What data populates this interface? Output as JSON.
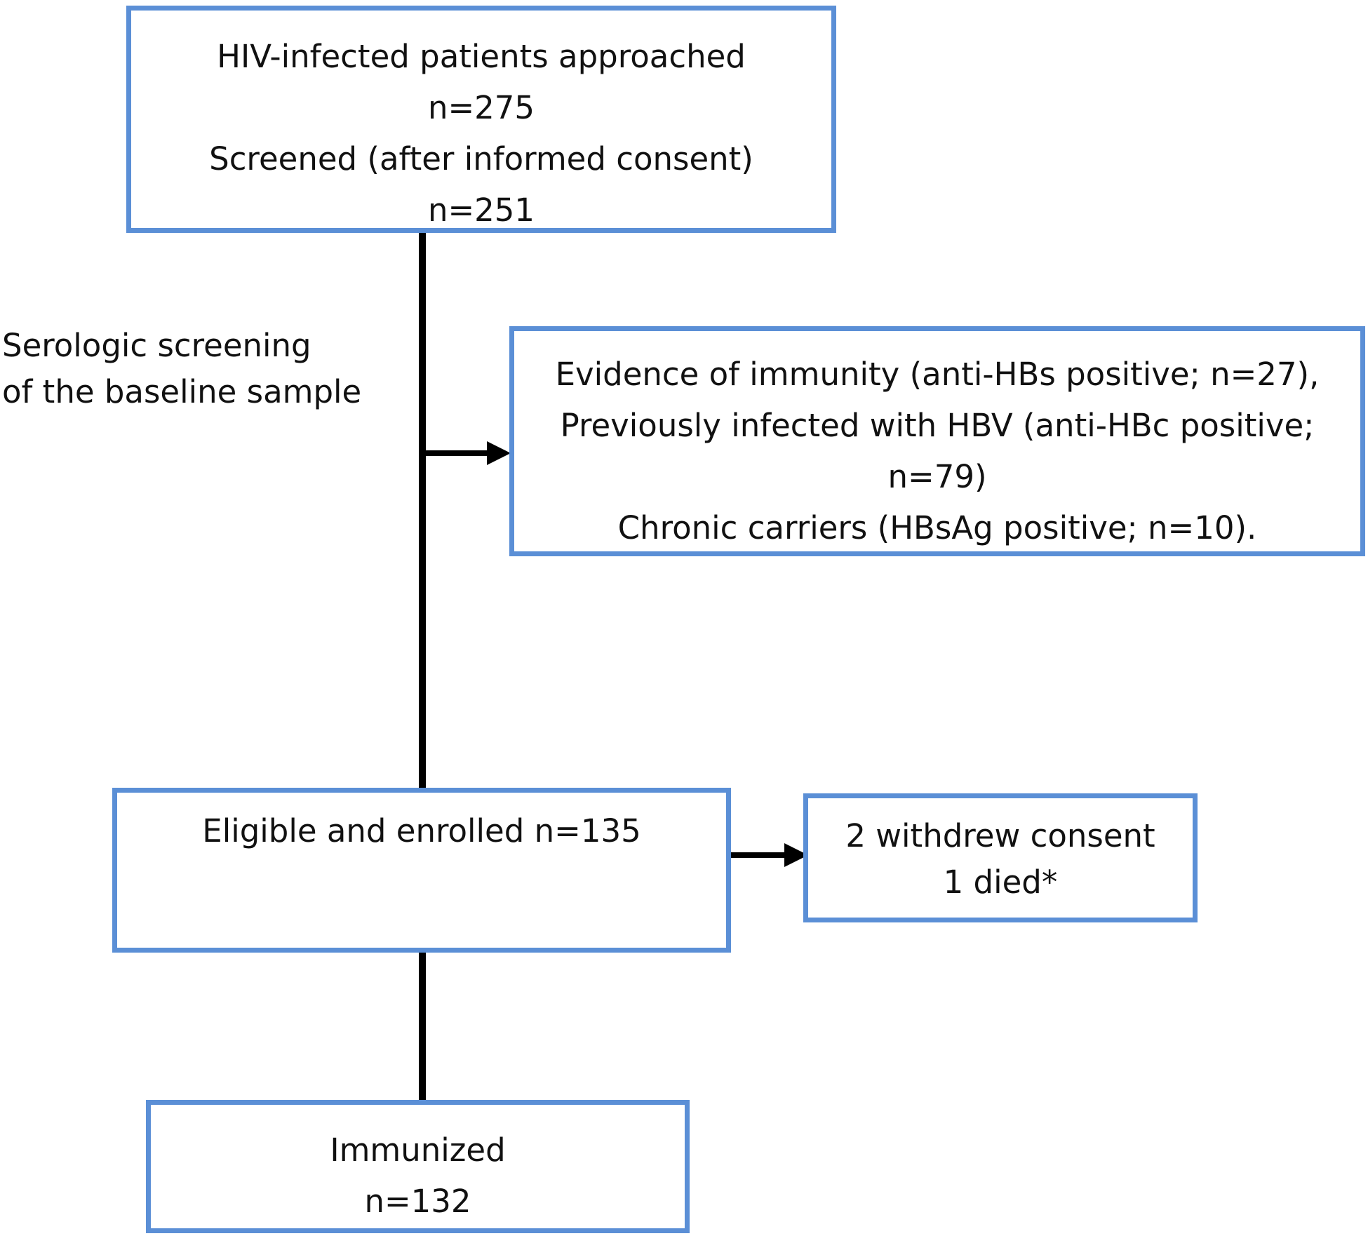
{
  "nodes": {
    "approached": {
      "lines": [
        "HIV-infected patients approached",
        "n=275",
        "Screened (after informed consent)",
        "n=251"
      ]
    },
    "excluded": {
      "lines": [
        "Evidence of immunity (anti-HBs positive; n=27),",
        "Previously infected with HBV (anti-HBc positive;",
        "n=79)",
        "Chronic carriers (HBsAg positive; n=10)."
      ]
    },
    "enrolled": {
      "lines": [
        "Eligible and enrolled n=135"
      ]
    },
    "withdrew": {
      "lines": [
        "2 withdrew consent",
        "1 died*"
      ]
    },
    "immunized": {
      "lines": [
        "Immunized",
        "n=132"
      ]
    }
  },
  "side_label": {
    "lines": [
      "Serologic screening",
      "of the baseline sample"
    ]
  },
  "colors": {
    "box_border": "#5b8fd6",
    "connector": "#000000",
    "text": "#111111"
  }
}
